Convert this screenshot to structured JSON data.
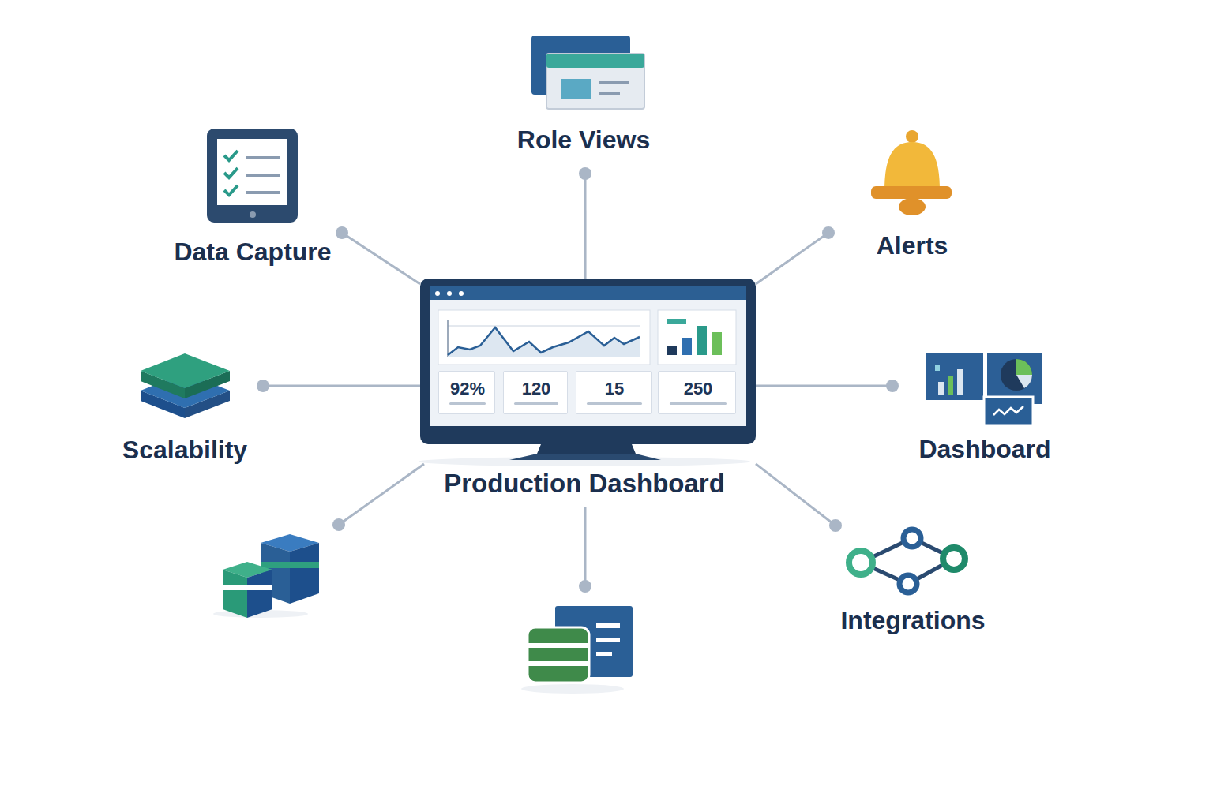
{
  "diagram": {
    "nodes": [
      {
        "text": [
          "Production Dashboard"
        ]
      },
      {
        "text": [
          "92%"
        ],
        "in": 0
      },
      {
        "text": [
          "120"
        ],
        "in": 0
      },
      {
        "text": [
          "15"
        ],
        "in": 0
      },
      {
        "text": [
          "250"
        ],
        "in": 0
      },
      {
        "text": [
          "Role Views"
        ]
      },
      {
        "text": [
          "Data Capture"
        ]
      },
      {
        "text": [
          "Alerts"
        ]
      },
      {
        "text": [
          "Scalability"
        ]
      },
      {
        "text": [
          "Dashboard"
        ]
      },
      {
        "text": [
          "Integrations"
        ]
      }
    ],
    "edges": [
      {
        "from": 0,
        "to": 5,
        "arrow": "none"
      },
      {
        "from": 0,
        "to": 6,
        "arrow": "none"
      },
      {
        "from": 0,
        "to": 7,
        "arrow": "none"
      },
      {
        "from": 0,
        "to": 8,
        "arrow": "none"
      },
      {
        "from": 0,
        "to": 9,
        "arrow": "none"
      },
      {
        "from": 0,
        "to": 10,
        "arrow": "none"
      }
    ]
  }
}
